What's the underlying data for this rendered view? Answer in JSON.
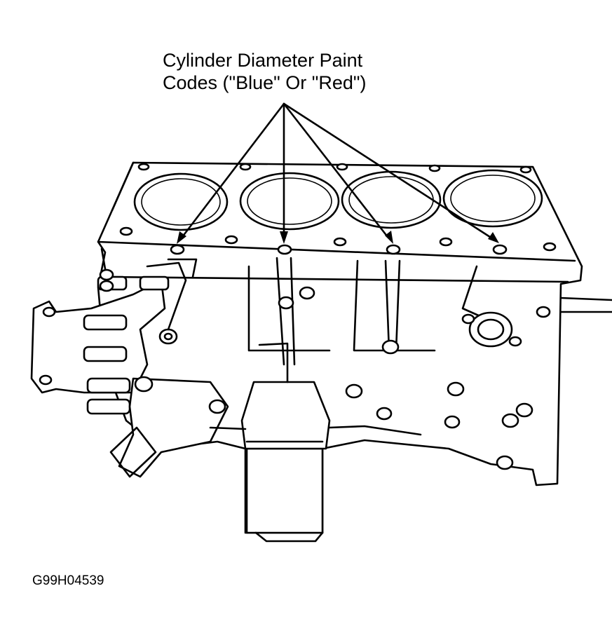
{
  "callout": {
    "line1": "Cylinder Diameter Paint",
    "line2": "Codes (\"Blue\" Or \"Red\")"
  },
  "figure_id": "G99H04539",
  "diagram": {
    "subject": "engine-cylinder-block",
    "cylinder_count": 4,
    "paint_code_marks": 4
  }
}
